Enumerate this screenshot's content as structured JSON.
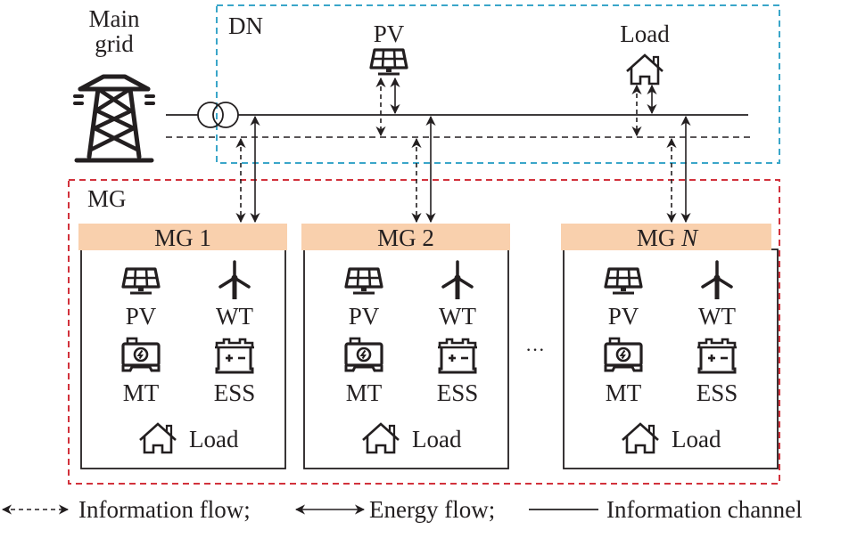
{
  "main_grid": {
    "label_line1": "Main",
    "label_line2": "grid"
  },
  "dn": {
    "label": "DN",
    "border_color": "#3aa6c9",
    "pv_label": "PV",
    "load_label": "Load"
  },
  "mg": {
    "label": "MG",
    "border_color": "#d2323c",
    "header_color": "#f9d0ad",
    "ellipsis": "···",
    "units": [
      {
        "title_prefix": "MG ",
        "title_suffix": "1",
        "items": {
          "pv": "PV",
          "wt": "WT",
          "mt": "MT",
          "ess": "ESS",
          "load": "Load"
        }
      },
      {
        "title_prefix": "MG ",
        "title_suffix": "2",
        "items": {
          "pv": "PV",
          "wt": "WT",
          "mt": "MT",
          "ess": "ESS",
          "load": "Load"
        }
      },
      {
        "title_prefix": "MG ",
        "title_suffix": "N",
        "items": {
          "pv": "PV",
          "wt": "WT",
          "mt": "MT",
          "ess": "ESS",
          "load": "Load"
        }
      }
    ]
  },
  "legend": {
    "info_flow": "Information flow;",
    "energy_flow": "Energy flow;",
    "info_channel": "Information channel"
  }
}
